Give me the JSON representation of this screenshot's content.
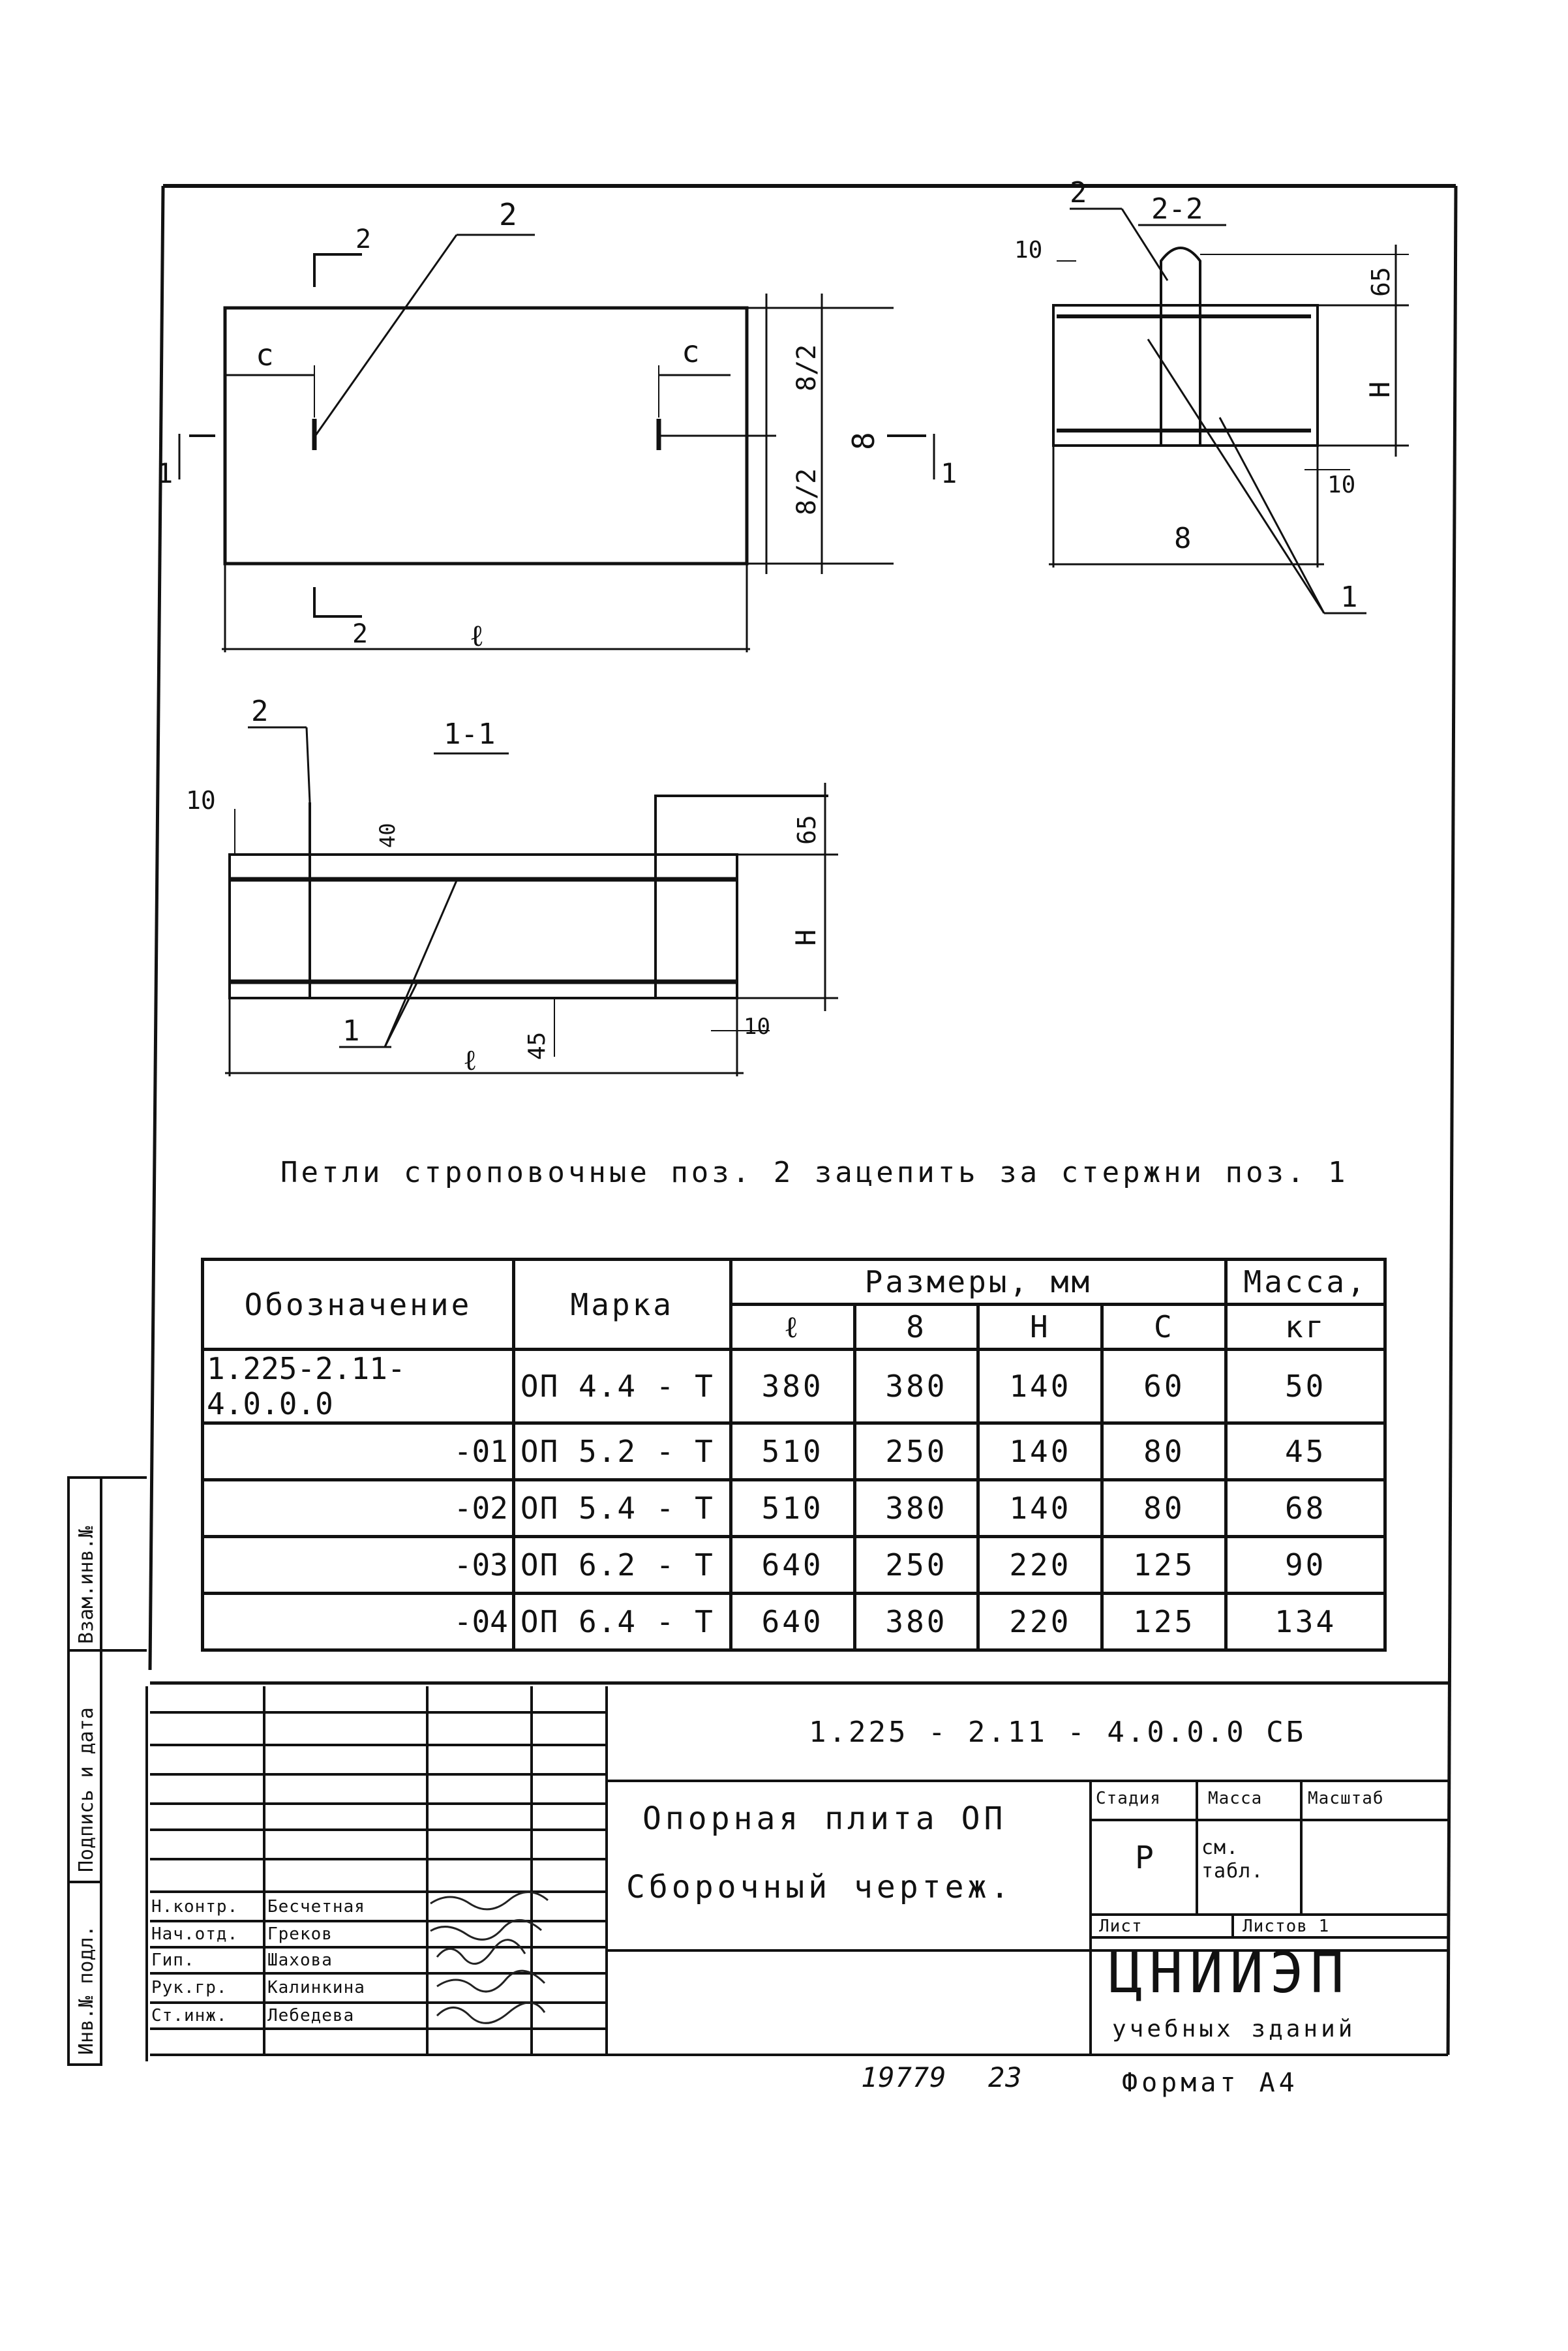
{
  "drawing": {
    "plan": {
      "dims": {
        "c_left": "c",
        "c_right": "c",
        "half1": "8/2",
        "half2": "8/2",
        "width": "8",
        "length": "ℓ"
      },
      "section_marks": {
        "s1_left": "1",
        "s1_right": "1",
        "s2_top": "2",
        "s2_bottom": "2"
      },
      "callout": "2"
    },
    "section_11": {
      "title": "1-1",
      "dims": {
        "top10": "10",
        "d40": "40",
        "d65": "65",
        "h": "H",
        "d45": "45",
        "d10r": "10",
        "length": "ℓ"
      },
      "callout1": "1",
      "callout2": "2"
    },
    "section_22": {
      "title": "2-2",
      "dims": {
        "d10": "10",
        "d65": "65",
        "h": "H",
        "d10b": "10",
        "width": "8"
      },
      "callout1": "1",
      "callout2": "2"
    },
    "note": "Петли строповочные поз. 2 зацепить за стержни поз. 1"
  },
  "spec_table": {
    "headers": {
      "designation": "Обозначение",
      "mark": "Марка",
      "sizes": "Размеры, мм",
      "mass": "Масса,",
      "mass_unit": "кг"
    },
    "size_cols": {
      "l": "ℓ",
      "b": "8",
      "h": "H",
      "c": "C"
    },
    "rows": [
      {
        "designation": "1.225-2.11-4.0.0.0",
        "mark": "ОП 4.4 - Т",
        "l": "380",
        "b": "380",
        "h": "140",
        "c": "60",
        "mass": "50"
      },
      {
        "designation": "-01",
        "mark": "ОП 5.2 - Т",
        "l": "510",
        "b": "250",
        "h": "140",
        "c": "80",
        "mass": "45"
      },
      {
        "designation": "-02",
        "mark": "ОП 5.4 - Т",
        "l": "510",
        "b": "380",
        "h": "140",
        "c": "80",
        "mass": "68"
      },
      {
        "designation": "-03",
        "mark": "ОП 6.2 - Т",
        "l": "640",
        "b": "250",
        "h": "220",
        "c": "125",
        "mass": "90"
      },
      {
        "designation": "-04",
        "mark": "ОП 6.4 - Т",
        "l": "640",
        "b": "380",
        "h": "220",
        "c": "125",
        "mass": "134"
      }
    ]
  },
  "side_stamp": {
    "inv_podl": "Инв.№ подл.",
    "podpis_data": "Подпись и дата",
    "vzam_inv": "Взам.инв.№"
  },
  "title_block": {
    "code": "1.225 - 2.11 - 4.0.0.0 СБ",
    "name_line1": "Опорная плита ОП",
    "name_line2": "Сборочный чертеж.",
    "stage_label": "Стадия",
    "stage_value": "Р",
    "mass_label": "Масса",
    "mass_value": "см. табл.",
    "scale_label": "Масштаб",
    "sheet_label": "Лист",
    "sheets_label": "Листов 1",
    "org_name": "ЦНИИЭП",
    "org_sub": "учебных зданий",
    "signatures": [
      {
        "role": "Н.контр.",
        "name": "Бесчетная"
      },
      {
        "role": "Нач.отд.",
        "name": "Греков"
      },
      {
        "role": "Гип.",
        "name": "Шахова"
      },
      {
        "role": "Рук.гр.",
        "name": "Калинкина"
      },
      {
        "role": "Ст.инж.",
        "name": "Лебедева"
      }
    ]
  },
  "bottom": {
    "number": "19779",
    "sheet": "23",
    "format": "Формат А4"
  }
}
